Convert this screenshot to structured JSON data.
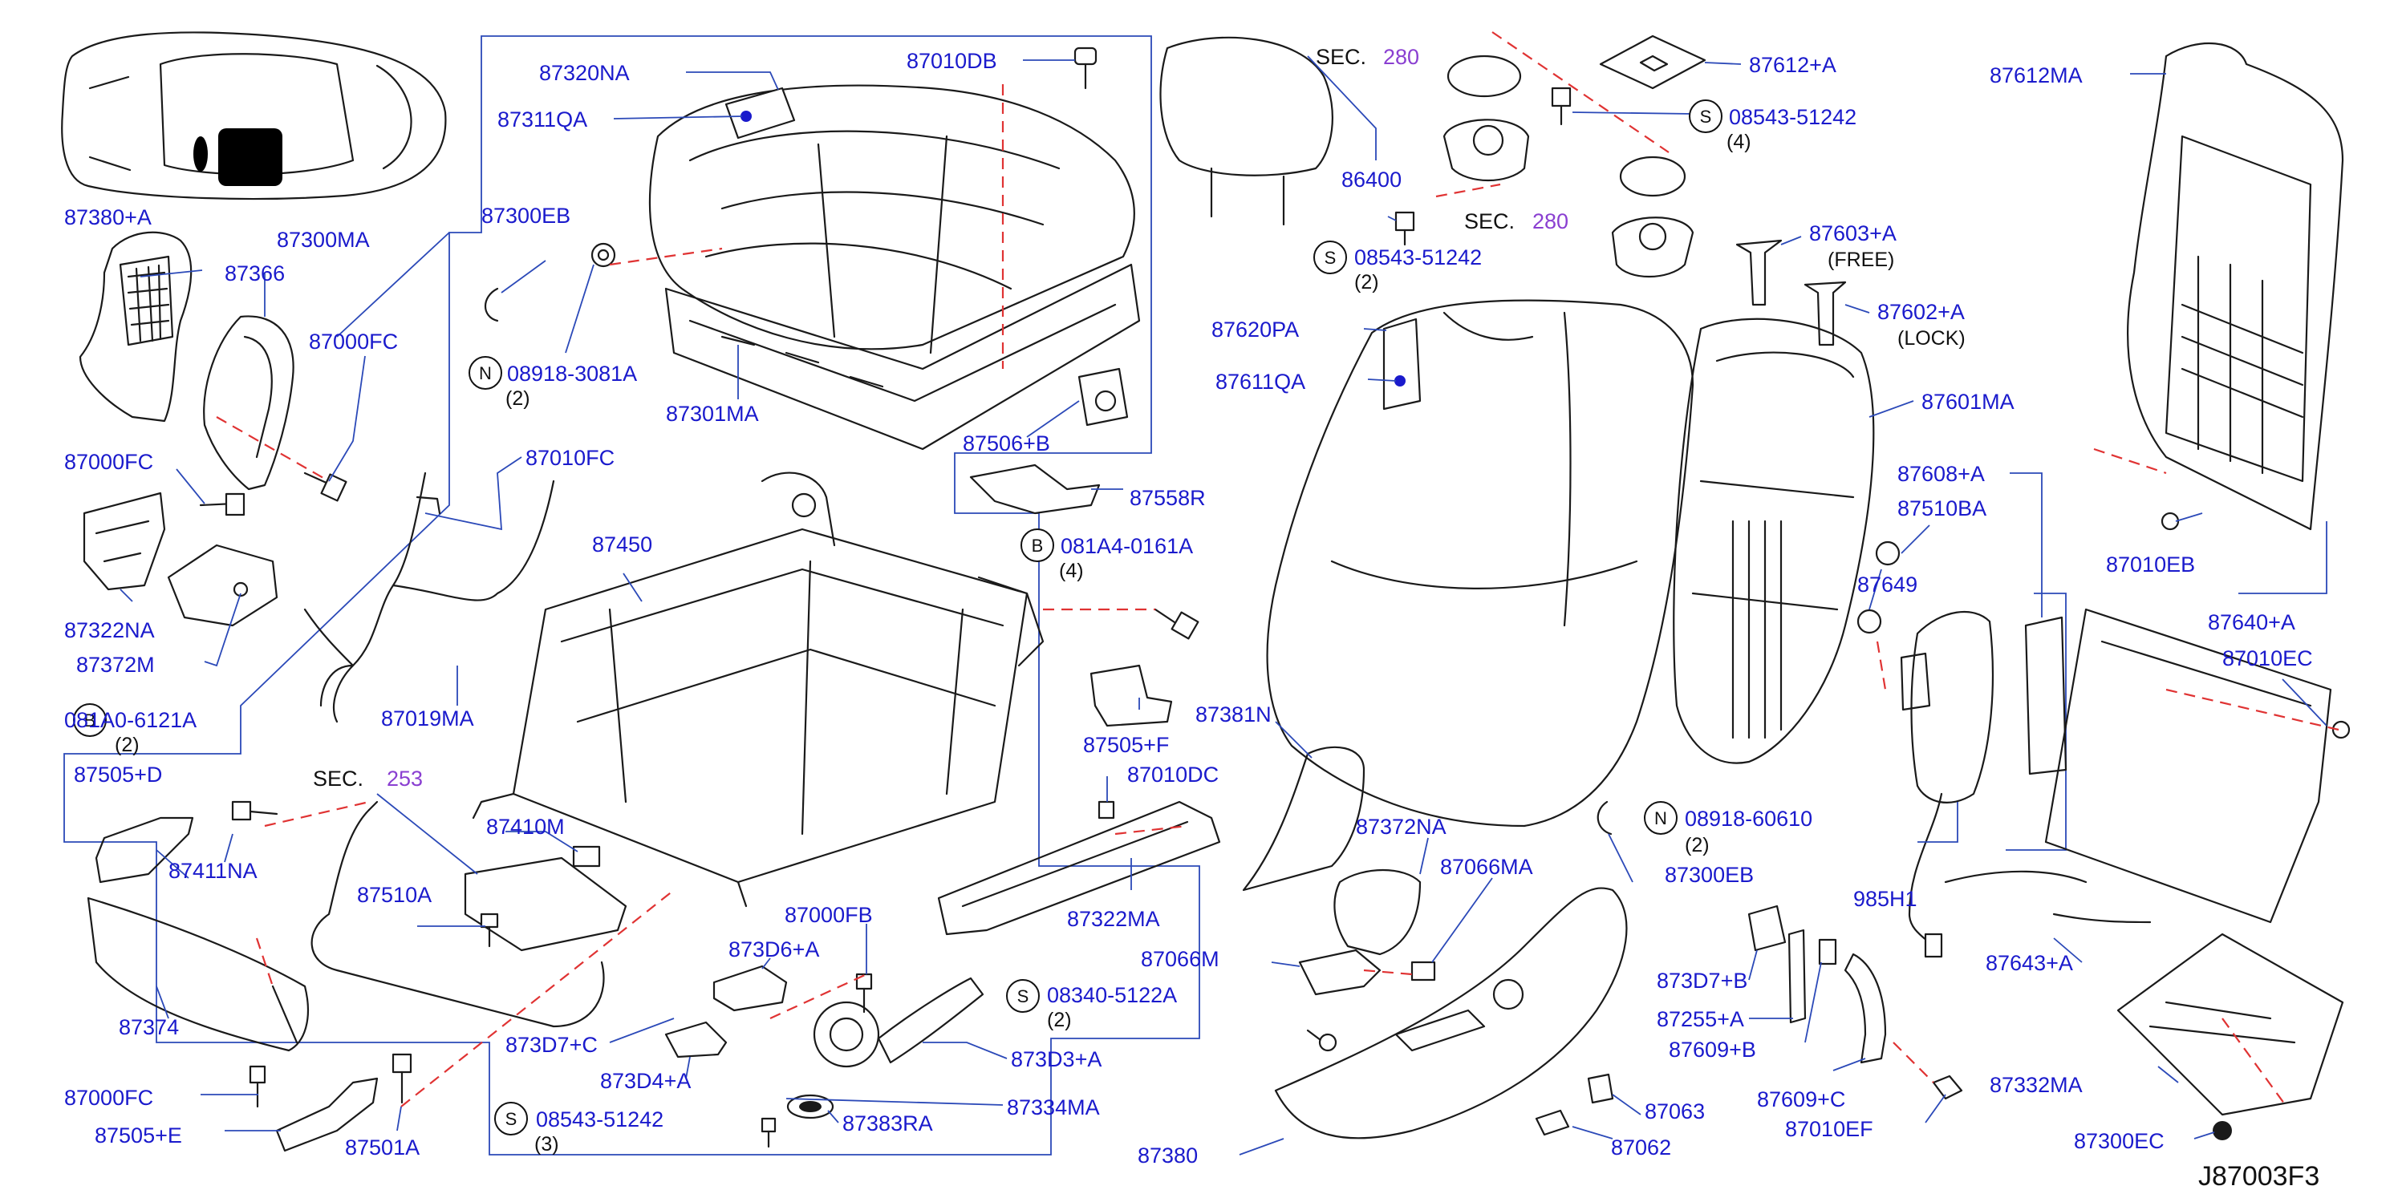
{
  "diagram_code": "J87003F3",
  "sec": {
    "word": "SEC.",
    "n280": "280",
    "n253": "253"
  },
  "labels": {
    "p87380A": "87380+A",
    "p87300MA": "87300MA",
    "p87366": "87366",
    "p87000FC": "87000FC",
    "p87322NA": "87322NA",
    "p87372M": "87372M",
    "p87320NA": "87320NA",
    "p87311QA": "87311QA",
    "p87010DB": "87010DB",
    "p87300EB": "87300EB",
    "p08918_3081A": "08918-3081A",
    "p87301MA": "87301MA",
    "p87010FC": "87010FC",
    "p87450": "87450",
    "p87019MA": "87019MA",
    "p87506B": "87506+B",
    "p87558R": "87558R",
    "p081A4_0161A": "081A4-0161A",
    "p86400": "86400",
    "p08543_51242": "08543-51242",
    "p87612A": "87612+A",
    "p87612MA": "87612MA",
    "p87620PA": "87620PA",
    "p87611QA": "87611QA",
    "p87603A": "87603+A",
    "free": "(FREE)",
    "p87602A": "87602+A",
    "lock": "(LOCK)",
    "p87601MA": "87601MA",
    "p87608A": "87608+A",
    "p87510BA": "87510BA",
    "p87649": "87649",
    "p87010EB": "87010EB",
    "p87640A": "87640+A",
    "p87010EC": "87010EC",
    "p081A0_6121A": "081A0-6121A",
    "p87505D": "87505+D",
    "p87411NA": "87411NA",
    "p87410M": "87410M",
    "p87510A": "87510A",
    "p87374": "87374",
    "p87505E": "87505+E",
    "p87501A": "87501A",
    "p873D7C": "873D7+C",
    "p87000FB": "87000FB",
    "p873D6A": "873D6+A",
    "p873D4A": "873D4+A",
    "p873D3A": "873D3+A",
    "p87334MA": "87334MA",
    "p87383RA": "87383RA",
    "p08340_5122A": "08340-5122A",
    "p87380": "87380",
    "p87505F": "87505+F",
    "p87010DC": "87010DC",
    "p87322MA": "87322MA",
    "p87381N": "87381N",
    "p87372NA": "87372NA",
    "p87066MA": "87066MA",
    "p87066M": "87066M",
    "p87063": "87063",
    "p87062": "87062",
    "p08918_60610": "08918-60610",
    "p985H1": "985H1",
    "p873D7B": "873D7+B",
    "p87255A": "87255+A",
    "p87609B": "87609+B",
    "p87609C": "87609+C",
    "p87010EF": "87010EF",
    "p87643A": "87643+A",
    "p87332MA": "87332MA",
    "p87300EC": "87300EC"
  },
  "qty": {
    "q2": "(2)",
    "q3": "(3)",
    "q4": "(4)"
  },
  "circle_letters": {
    "N": "N",
    "B": "B",
    "S": "S"
  },
  "colors": {
    "label_blue": "#1a1acc",
    "leader_blue": "#2b49b8",
    "dash_red": "#e03333",
    "sec_purple": "#8a3fd1",
    "line_black": "#1a1a1a"
  }
}
